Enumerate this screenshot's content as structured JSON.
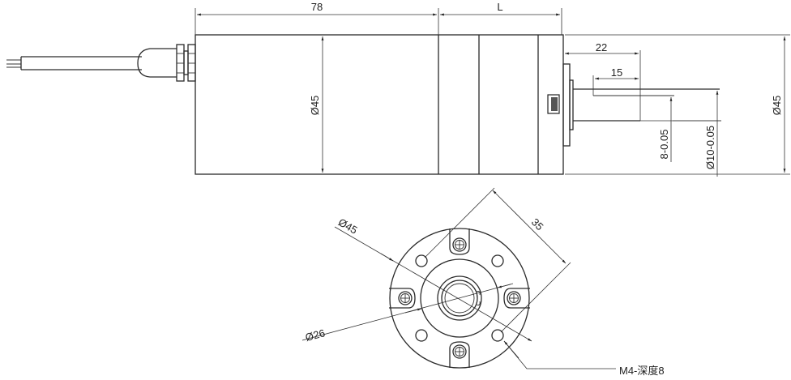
{
  "side_view": {
    "length_motor": "78",
    "length_gearbox": "L",
    "body_diameter": "Ø45",
    "body_diameter_right": "Ø45",
    "shaft_length": "22",
    "key_length": "15",
    "flat_dimension": "8-0.05",
    "shaft_diameter": "Ø10-0.05"
  },
  "front_view": {
    "outer_diameter": "Ø45",
    "pilot_diameter": "Ø26",
    "hole_spacing": "35",
    "thread_callout": "M4-深度8"
  },
  "colors": {
    "line": "#2a2a2a",
    "background": "#ffffff"
  }
}
